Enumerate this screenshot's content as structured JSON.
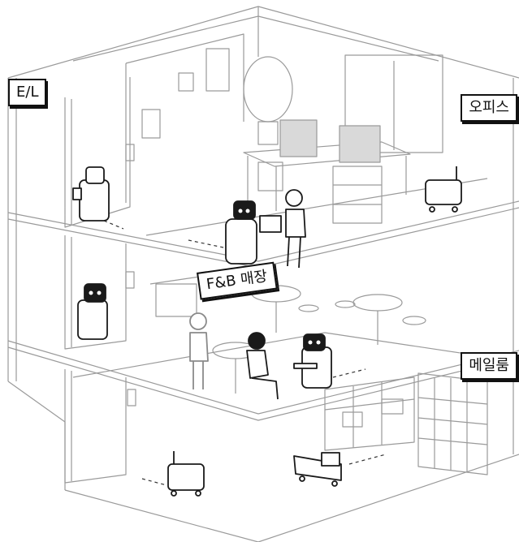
{
  "labels": {
    "elevator": "E/L",
    "office": "오피스",
    "fnb": "F&B 매장",
    "mailroom": "메일룸"
  },
  "colors": {
    "line": "#8a8a8a",
    "ink": "#1a1a1a",
    "fill": "#ffffff",
    "shade": "#d9d9d9"
  }
}
